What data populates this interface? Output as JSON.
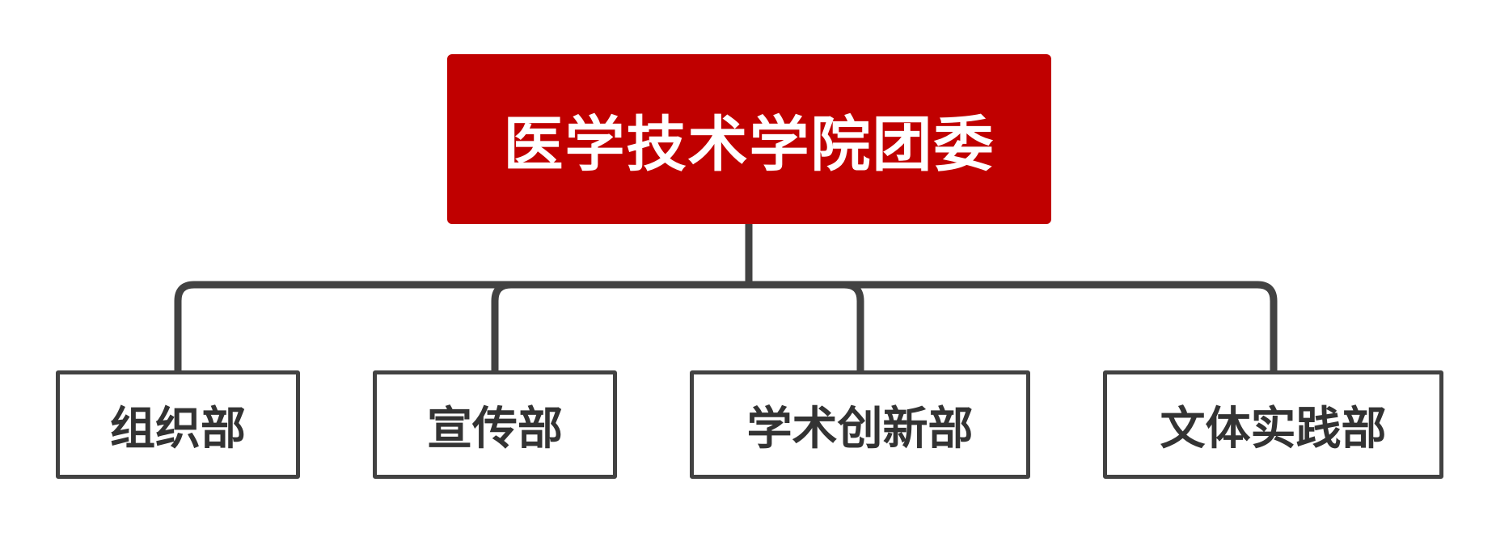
{
  "colors": {
    "root_fill": "#c00000",
    "root_text": "#ffffff",
    "line": "#424242",
    "child_border": "#424242",
    "child_text": "#333333"
  },
  "root": {
    "label": "医学技术学院团委"
  },
  "children": [
    {
      "label": "组织部"
    },
    {
      "label": "宣传部"
    },
    {
      "label": "学术创新部"
    },
    {
      "label": "文体实践部"
    }
  ]
}
